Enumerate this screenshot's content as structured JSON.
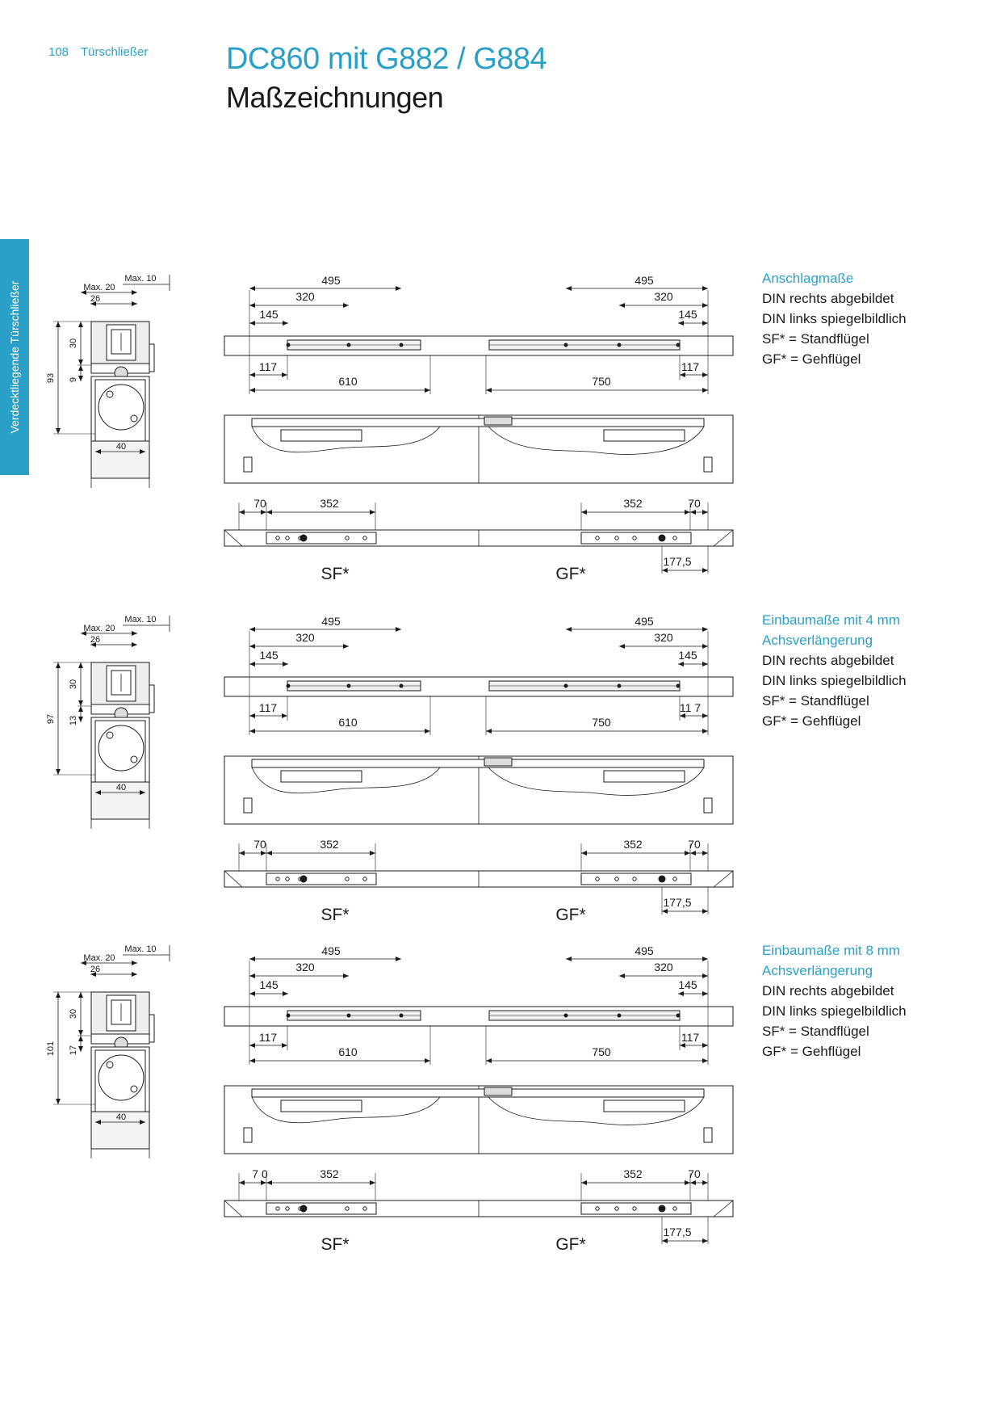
{
  "header": {
    "page_number": "108",
    "category": "Türschließer"
  },
  "title": "DC860 mit G882 / G884",
  "subtitle": "Maßzeichnungen",
  "side_tab": "Verdecktliegende Türschließer",
  "sections": [
    {
      "caption": [
        "Anschlagmaße",
        "DIN rechts abgebildet",
        "DIN links spiegelbildlich",
        "SF* = Standflügel",
        "GF* = Gehflügel"
      ],
      "caption_heading_lines": 1,
      "side": {
        "max10": "Max. 10",
        "max20": "Max. 20",
        "d26": "26",
        "d30": "30",
        "dsmall": "9",
        "total": "93",
        "d40": "40"
      },
      "top": {
        "l495": "495",
        "l320": "320",
        "l145": "145",
        "r495": "495",
        "r320": "320",
        "r145": "145",
        "l117": "117",
        "l610": "610",
        "r750": "750",
        "r117": "117"
      },
      "bottom": {
        "l70": "70",
        "l352": "352",
        "r352": "352",
        "r70": "70",
        "r177": "177,5"
      },
      "leaf_left": "SF*",
      "leaf_right": "GF*"
    },
    {
      "caption": [
        "Einbaumaße mit 4 mm",
        "Achsverlängerung",
        "DIN rechts abgebildet",
        "DIN links spiegelbildlich",
        "SF* = Standflügel",
        "GF* = Gehflügel"
      ],
      "caption_heading_lines": 2,
      "side": {
        "max10": "Max. 10",
        "max20": "Max. 20",
        "d26": "26",
        "d30": "30",
        "dsmall": "13",
        "total": "97",
        "d40": "40"
      },
      "top": {
        "l495": "495",
        "l320": "320",
        "l145": "145",
        "r495": "495",
        "r320": "320",
        "r145": "145",
        "l117": "117",
        "l610": "610",
        "r750": "750",
        "r117": "11 7"
      },
      "bottom": {
        "l70": "70",
        "l352": "352",
        "r352": "352",
        "r70": "70",
        "r177": "177,5"
      },
      "leaf_left": "SF*",
      "leaf_right": "GF*"
    },
    {
      "caption": [
        "Einbaumaße mit 8 mm",
        "Achsverlängerung",
        "DIN rechts abgebildet",
        "DIN links spiegelbildlich",
        "SF* = Standflügel",
        "GF* = Gehflügel"
      ],
      "caption_heading_lines": 2,
      "side": {
        "max10": "Max. 10",
        "max20": "Max. 20",
        "d26": "26",
        "d30": "30",
        "dsmall": "17",
        "total": "101",
        "d40": "40"
      },
      "top": {
        "l495": "495",
        "l320": "320",
        "l145": "145",
        "r495": "495",
        "r320": "320",
        "r145": "145",
        "l117": "117",
        "l610": "610",
        "r750": "750",
        "r117": "117"
      },
      "bottom": {
        "l70": "7 0",
        "l352": "352",
        "r352": "352",
        "r70": "70",
        "r177": "177,5"
      },
      "leaf_left": "SF*",
      "leaf_right": "GF*"
    }
  ]
}
